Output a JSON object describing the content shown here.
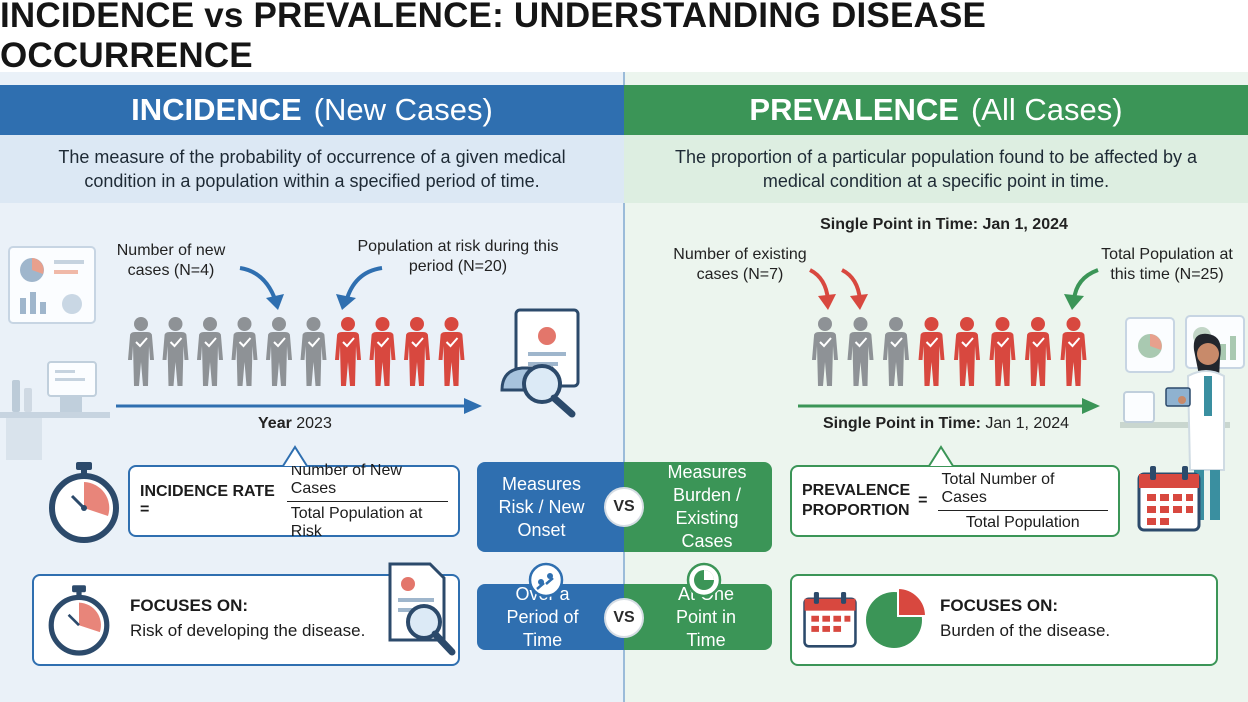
{
  "title": "INCIDENCE vs PREVALENCE: UNDERSTANDING DISEASE OCCURRENCE",
  "incidence": {
    "header_bold": "INCIDENCE",
    "header_light": "(New Cases)",
    "definition": "The measure of the probability of occurrence of a given medical condition in a population within a specified period of time.",
    "label_new_cases": "Number of new cases (N=4)",
    "label_population": "Population at risk during this period (N=20)",
    "timeline_bold": "Year",
    "timeline_rest": " 2023",
    "formula_name": "INCIDENCE RATE =",
    "formula_numerator": "Number of New Cases",
    "formula_denominator": "Total Population at Risk",
    "focus_title": "FOCUSES ON:",
    "focus_text": "Risk of developing the disease.",
    "people_total": 10,
    "people_cases": 4
  },
  "prevalence": {
    "header_bold": "PREVALENCE",
    "header_light": "(All Cases)",
    "definition": "The proportion of a particular population found to be affected by a medical condition at a specific point in time.",
    "top_point": "Single Point in Time: Jan 1, 2024",
    "label_existing": "Number of existing cases (N=7)",
    "label_total": "Total Population at this time (N=25)",
    "timeline_bold": "Single Point in Time:",
    "timeline_rest": " Jan 1, 2024",
    "formula_name_1": "PREVALENCE",
    "formula_name_2": "PROPORTION",
    "formula_equals": "=",
    "formula_numerator": "Total Number of Cases",
    "formula_denominator": "Total Population",
    "focus_title": "FOCUSES ON:",
    "focus_text": "Burden of the disease.",
    "people_total": 8,
    "people_cases": 5
  },
  "comparison": {
    "row1_left": "Measures Risk / New Onset",
    "row1_right": "Measures Burden / Existing Cases",
    "row2_left": "Over a Period of Time",
    "row2_right": "At One Point in Time",
    "vs": "VS"
  },
  "colors": {
    "incidence": "#2f6fb0",
    "prevalence": "#3b9557",
    "case": "#d8483f",
    "healthy": "#8e9296"
  }
}
